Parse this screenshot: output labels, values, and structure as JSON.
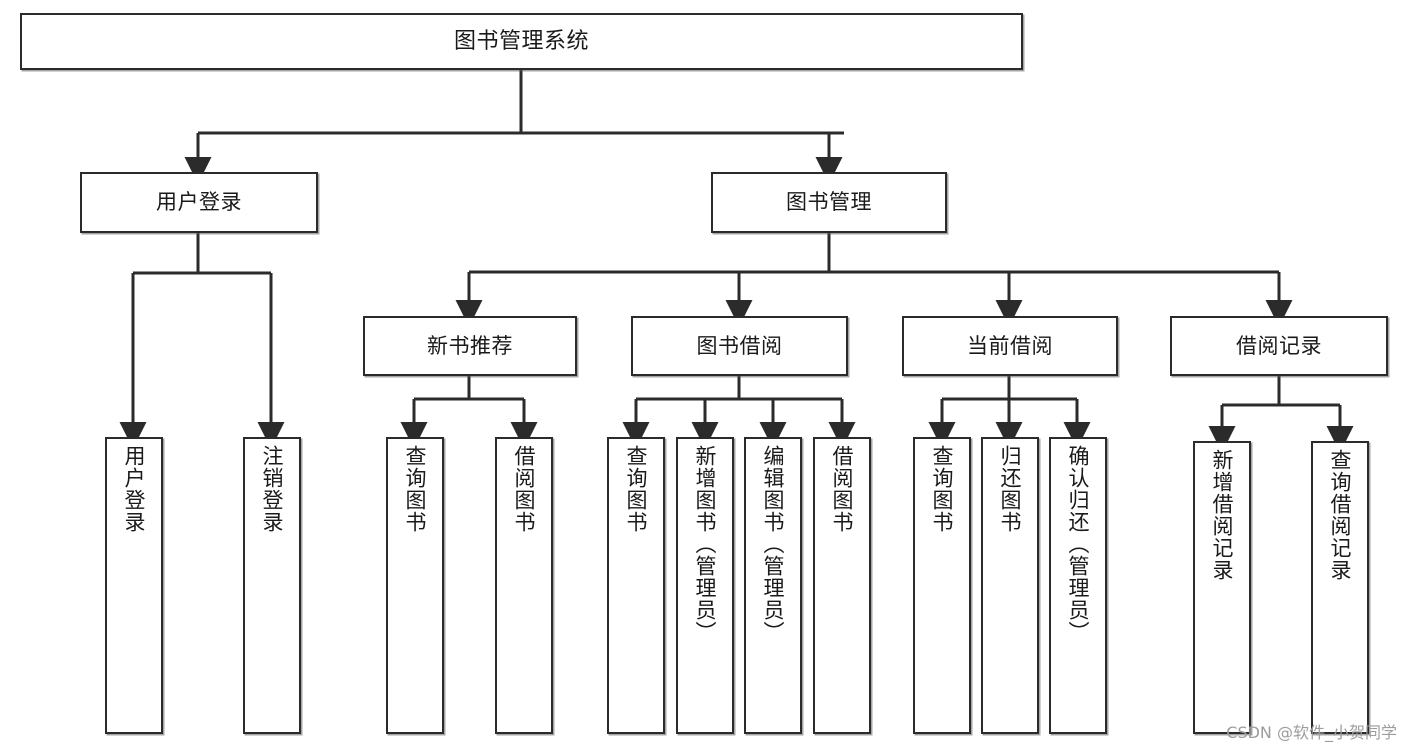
{
  "diagram": {
    "title": "图书管理系统",
    "type": "tree-hierarchy-diagram",
    "watermark": "CSDN @软件_小贺同学",
    "colors": {
      "box_border": "#2b2b2b",
      "box_fill": "#ffffff",
      "connector": "#2b2b2b",
      "text": "#1a1a1a",
      "watermark": "#9d9d9d",
      "background": "#ffffff"
    },
    "root": {
      "label": "图书管理系统"
    },
    "level2": [
      {
        "id": "user-login",
        "label": "用户登录"
      },
      {
        "id": "book-manage",
        "label": "图书管理"
      }
    ],
    "level3": [
      {
        "id": "new-book-recommend",
        "label": "新书推荐"
      },
      {
        "id": "book-borrow",
        "label": "图书借阅"
      },
      {
        "id": "current-borrow",
        "label": "当前借阅"
      },
      {
        "id": "borrow-record",
        "label": "借阅记录"
      }
    ],
    "leaves": {
      "user_login": [
        {
          "id": "leaf-user-login",
          "label": "用户登录"
        },
        {
          "id": "leaf-logout-login",
          "label": "注销登录"
        }
      ],
      "new_book_recommend": [
        {
          "id": "leaf-query-book-1",
          "label": "查询图书"
        },
        {
          "id": "leaf-borrow-book-1",
          "label": "借阅图书"
        }
      ],
      "book_borrow": [
        {
          "id": "leaf-query-book-2",
          "label": "查询图书"
        },
        {
          "id": "leaf-add-book",
          "label": "新增图书（管理员）"
        },
        {
          "id": "leaf-edit-book",
          "label": "编辑图书（管理员）"
        },
        {
          "id": "leaf-borrow-book-2",
          "label": "借阅图书"
        }
      ],
      "current_borrow": [
        {
          "id": "leaf-query-book-3",
          "label": "查询图书"
        },
        {
          "id": "leaf-return-book",
          "label": "归还图书"
        },
        {
          "id": "leaf-confirm-return",
          "label": "确认归还（管理员）"
        }
      ],
      "borrow_record": [
        {
          "id": "leaf-add-record",
          "label": "新增借阅记录"
        },
        {
          "id": "leaf-query-record",
          "label": "查询借阅记录"
        }
      ]
    }
  }
}
